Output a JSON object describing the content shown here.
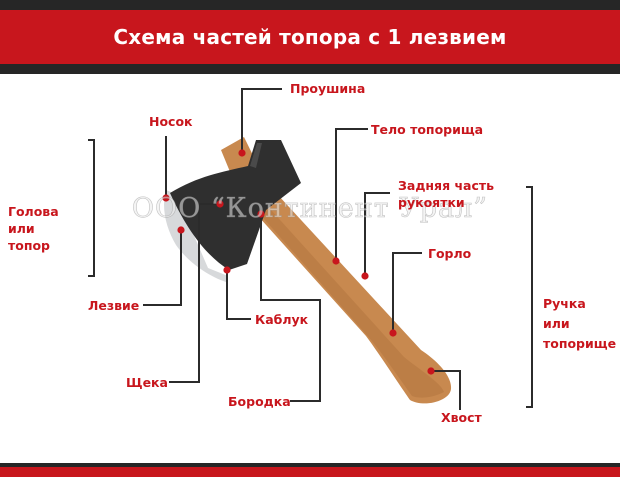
{
  "title": "Схема частей топора с 1 лезвием",
  "watermark": "ООО “Континент Урал”",
  "colors": {
    "accent": "#c8161d",
    "dark": "#262626",
    "axe_head": "#2f2f2f",
    "blade_edge": "#d7d9db",
    "handle": "#c8894f",
    "handle_shade": "#b37440"
  },
  "labels": {
    "eye": "Проушина",
    "toe": "Носок",
    "handle_body": "Тело топорища",
    "back_of_handle": "Задняя часть рукоятки",
    "head": "Голова или топор",
    "throat": "Горло",
    "blade": "Лезвие",
    "heel": "Каблук",
    "grip": "Ручка или топорище",
    "cheek": "Щека",
    "beard": "Бородка",
    "tail": "Хвост"
  }
}
